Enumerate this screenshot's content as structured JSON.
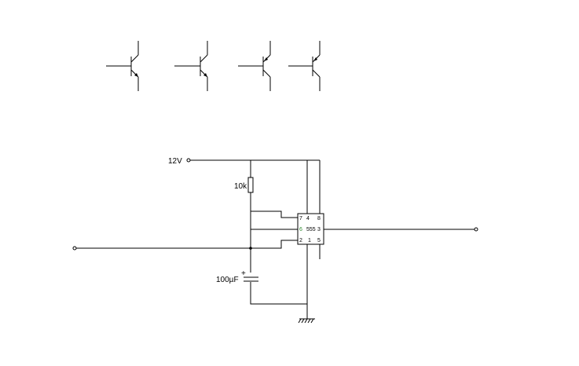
{
  "supply": {
    "label": "12V"
  },
  "resistor": {
    "label": "10k"
  },
  "capacitor": {
    "label": "100µF",
    "polarity": "+"
  },
  "ic": {
    "name": "555",
    "pins": {
      "p7": "7",
      "p4": "4",
      "p8": "8",
      "p6": "6",
      "p3": "3",
      "p2": "2",
      "p1": "1",
      "p5": "5"
    },
    "pin6_color": "#2e8b2e"
  },
  "transistors": [
    {
      "name": "transistor-1",
      "type": "npn"
    },
    {
      "name": "transistor-2",
      "type": "npn"
    },
    {
      "name": "transistor-3",
      "type": "pnp"
    },
    {
      "name": "transistor-4",
      "type": "pnp"
    }
  ]
}
